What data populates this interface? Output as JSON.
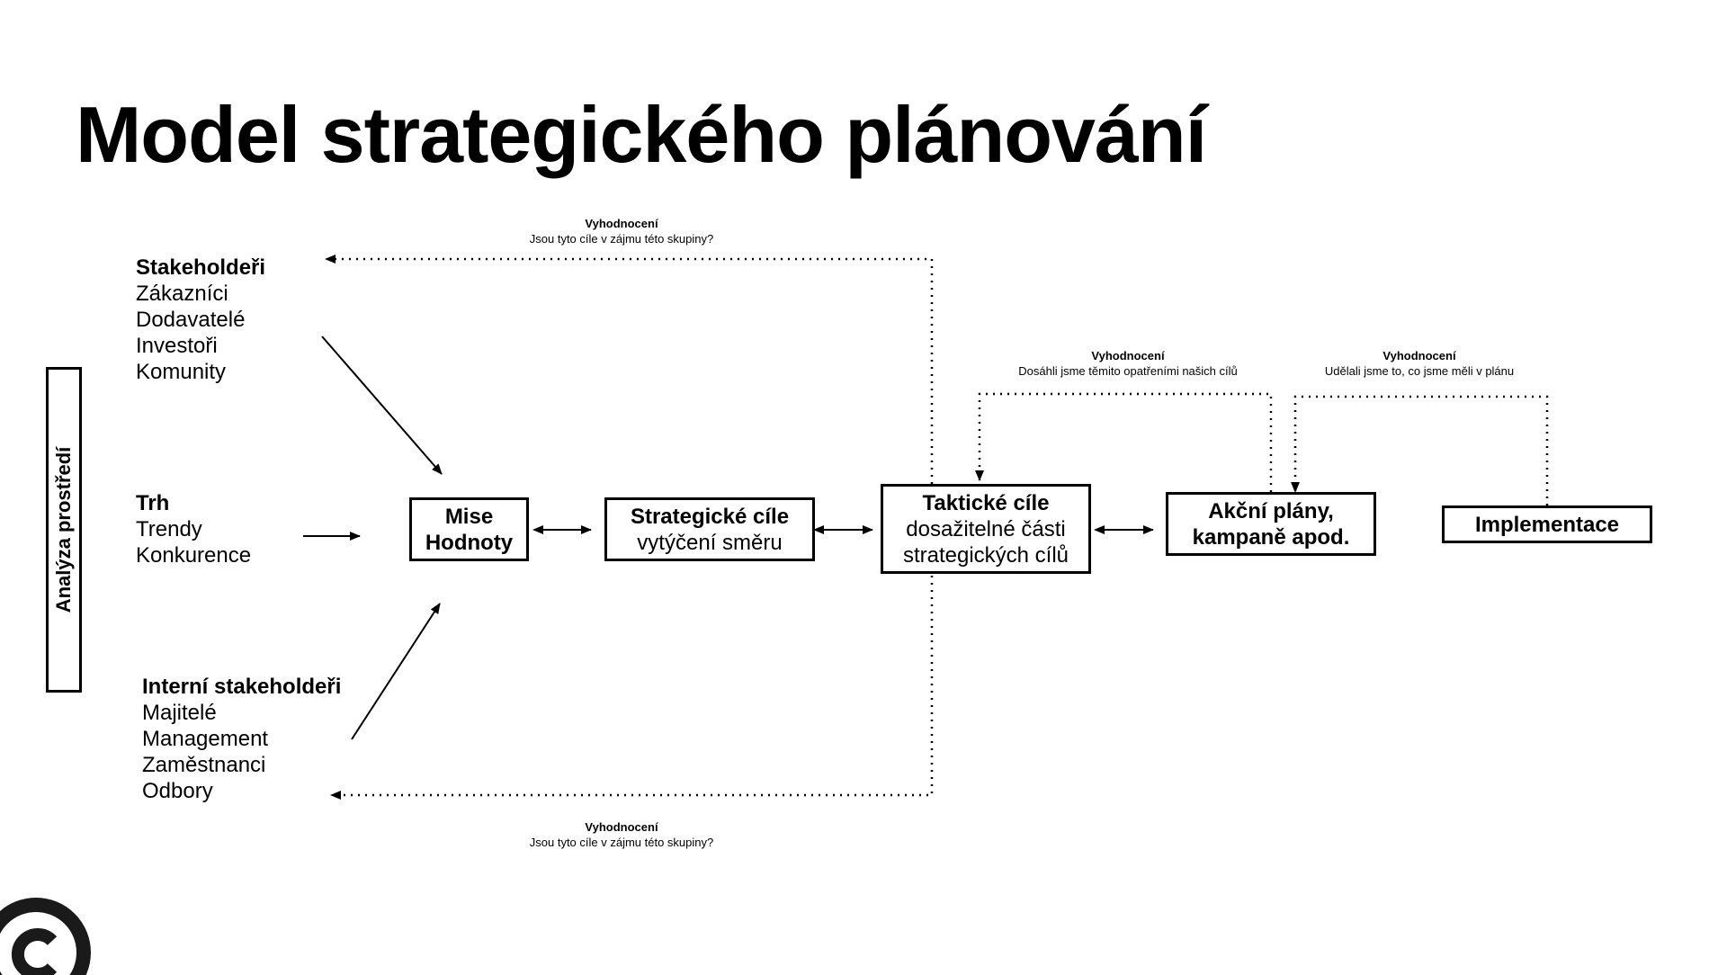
{
  "title": "Model strategického plánování",
  "environment_label": "Analýza prostředí",
  "groups": {
    "external": {
      "heading": "Stakeholdeři",
      "items": [
        "Zákazníci",
        "Dodavatelé",
        "Investoři",
        "Komunity"
      ]
    },
    "market": {
      "heading": "Trh",
      "items": [
        "Trendy",
        "Konkurence"
      ]
    },
    "internal": {
      "heading": "Interní stakeholdeři",
      "items": [
        "Majitelé",
        "Management",
        "Zaměstnanci",
        "Odbory"
      ]
    }
  },
  "boxes": {
    "mission": {
      "line1": "Mise",
      "line2": "Hodnoty"
    },
    "strategic": {
      "title": "Strategické cíle",
      "subtitle": "vytýčení směru"
    },
    "tactical": {
      "title": "Taktické cíle",
      "subtitle1": "dosažitelné části",
      "subtitle2": "strategických cílů"
    },
    "action": {
      "line1": "Akční plány,",
      "line2": "kampaně apod."
    },
    "implementation": {
      "title": "Implementace"
    }
  },
  "evaluations": {
    "top": {
      "heading": "Vyhodnocení",
      "question": "Jsou tyto cíle v zájmu této skupiny?"
    },
    "bottom": {
      "heading": "Vyhodnocení",
      "question": "Jsou tyto cíle v zájmu této skupiny?"
    },
    "tactical": {
      "heading": "Vyhodnocení",
      "question": "Dosáhli jsme těmito opatřeními našich cílů"
    },
    "implementation": {
      "heading": "Vyhodnocení",
      "question": "Udělali jsme to, co jsme měli v plánu"
    }
  }
}
